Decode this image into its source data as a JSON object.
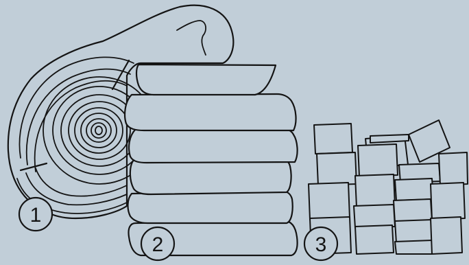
{
  "labels": [
    {
      "id": "roll",
      "text": "1"
    },
    {
      "id": "folded-stack",
      "text": "2"
    },
    {
      "id": "cube-pile",
      "text": "3"
    }
  ],
  "colors": {
    "background": "#c1ced8",
    "ink": "#141414"
  }
}
